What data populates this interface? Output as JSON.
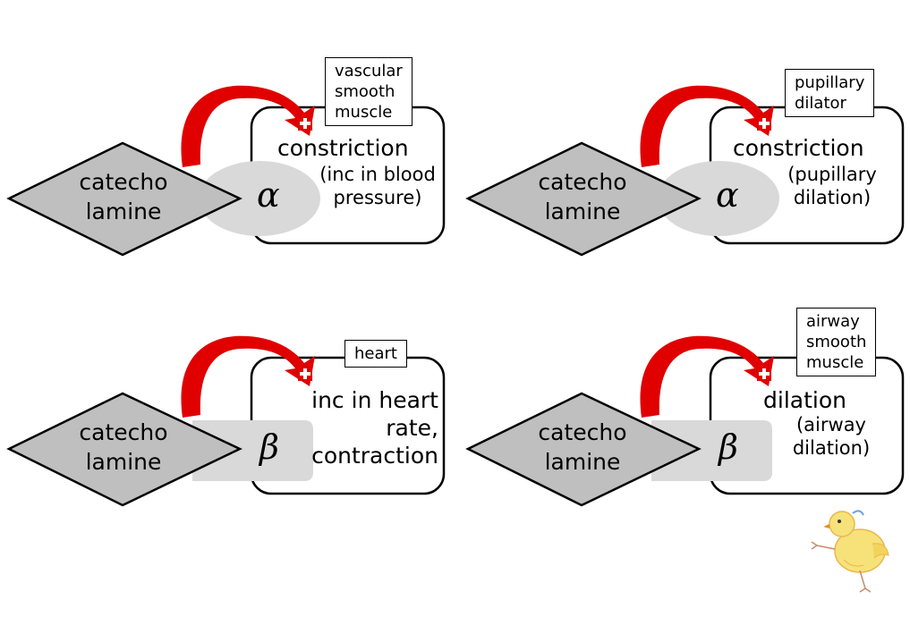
{
  "colors": {
    "diamond_fill": "#bfbfbf",
    "receptor_fill": "#d9d9d9",
    "arrow_red": "#e00000",
    "box_border": "#000000"
  },
  "panels": [
    {
      "ligand": "catecho\nlamine",
      "receptor": "α",
      "receptor_shape": "ellipse",
      "tissue": "vascular\nsmooth\nmuscle",
      "effect": "constriction",
      "detail": "(inc in blood\npressure)",
      "arrow_sign": "+"
    },
    {
      "ligand": "catecho\nlamine",
      "receptor": "α",
      "receptor_shape": "ellipse",
      "tissue": "pupillary\ndilator",
      "effect": "constriction",
      "detail": "(pupillary\ndilation)",
      "arrow_sign": "+"
    },
    {
      "ligand": "catecho\nlamine",
      "receptor": "β",
      "receptor_shape": "rounded-rect",
      "tissue": "heart",
      "effect": "inc in heart\nrate,\ncontraction",
      "detail": "",
      "arrow_sign": "+"
    },
    {
      "ligand": "catecho\nlamine",
      "receptor": "β",
      "receptor_shape": "rounded-rect",
      "tissue": "airway\nsmooth\nmuscle",
      "effect": "dilation",
      "detail": "(airway\ndilation)",
      "arrow_sign": "+"
    }
  ],
  "decoration": {
    "mascot": "chick-icon"
  }
}
